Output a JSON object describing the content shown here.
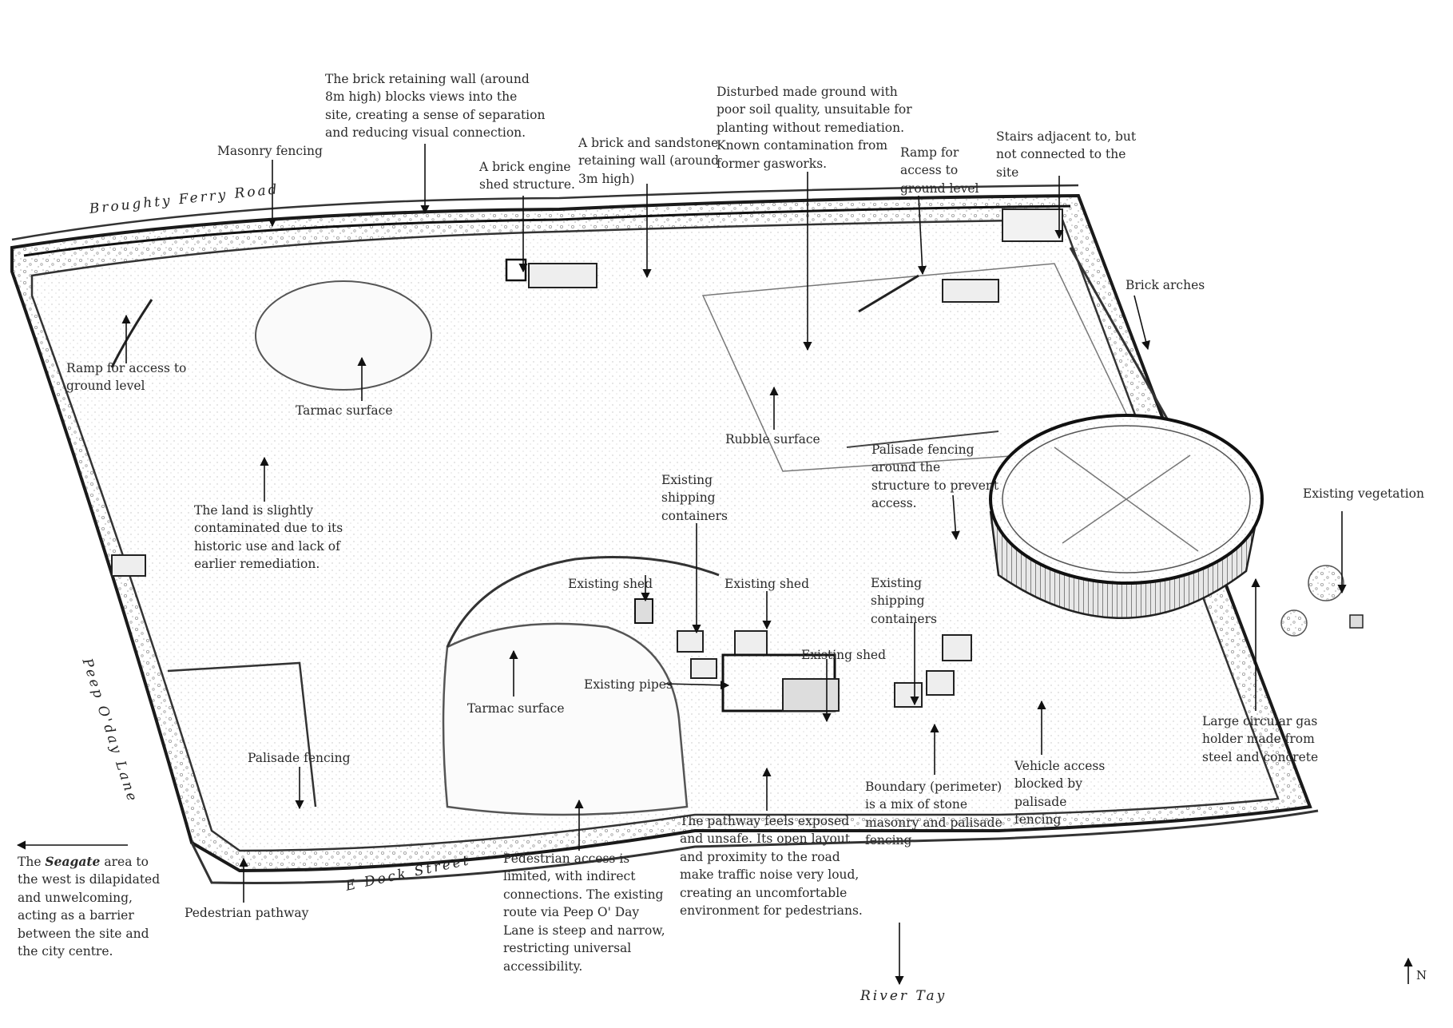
{
  "road_labels": {
    "broughty_ferry_road": "Broughty Ferry Road",
    "peep_oday_lane": "Peep O'day Lane",
    "e_dock_street": "E Dock Street",
    "river_tay": "River Tay"
  },
  "annotations": {
    "masonry_fencing": "Masonry fencing",
    "brick_retaining_wall_8m": "The brick retaining wall (around\n8m high) blocks views into the\nsite, creating a sense of separation\nand reducing visual connection.",
    "brick_engine_shed": "A brick engine\nshed structure.",
    "brick_sandstone_wall": "A brick and sandstone\nretaining wall (around\n3m high)",
    "disturbed_ground": "Disturbed made ground with\npoor soil quality, unsuitable for\nplanting without remediation.\nKnown contamination from\nformer gasworks.",
    "ramp_ground_level_ne": "Ramp for\naccess to\nground level",
    "stairs_adjacent": "Stairs adjacent to, but\nnot connected to the\nsite",
    "brick_arches": "Brick arches",
    "ramp_ground_level_w": "Ramp for access to\nground level",
    "tarmac_surface_n": "Tarmac surface",
    "rubble_surface": "Rubble surface",
    "palisade_around_structure": "Palisade fencing\naround the\nstructure to prevent\naccess.",
    "existing_vegetation": "Existing vegetation",
    "land_contaminated": "The land is slightly\ncontaminated due to its\nhistoric use and lack of\nearlier remediation.",
    "shipping_containers_1": "Existing\nshipping\ncontainers",
    "existing_shed_1": "Existing shed",
    "existing_shed_2": "Existing shed",
    "shipping_containers_2": "Existing\nshipping\ncontainers",
    "existing_shed_3": "Existing shed",
    "existing_pipes": "Existing pipes",
    "tarmac_surface_s": "Tarmac surface",
    "palisade_fencing_sw": "Palisade fencing",
    "gas_holder": "Large circular gas\nholder made from\nsteel and concrete",
    "vehicle_access": "Vehicle access\nblocked by\npalisade\nfencing",
    "boundary_perimeter": "Boundary (perimeter)\nis a mix of stone\nmasonry and palisade\nfencing",
    "pathway_exposed": "The pathway feels exposed\nand unsafe. Its open layout\nand proximity to the road\nmake traffic noise very loud,\ncreating an uncomfortable\nenvironment for pedestrians.",
    "pedestrian_access": "Pedestrian access is\nlimited, with indirect\nconnections. The existing\nroute via Peep O' Day\nLane is steep and narrow,\nrestricting universal\naccessibility.",
    "pedestrian_pathway": "Pedestrian pathway"
  },
  "seagate": {
    "prefix": "The ",
    "name": "Seagate",
    "suffix": " area to the west is dilapidated and unwelcoming, acting as a barrier between the site and the city centre."
  },
  "north_label": "N"
}
